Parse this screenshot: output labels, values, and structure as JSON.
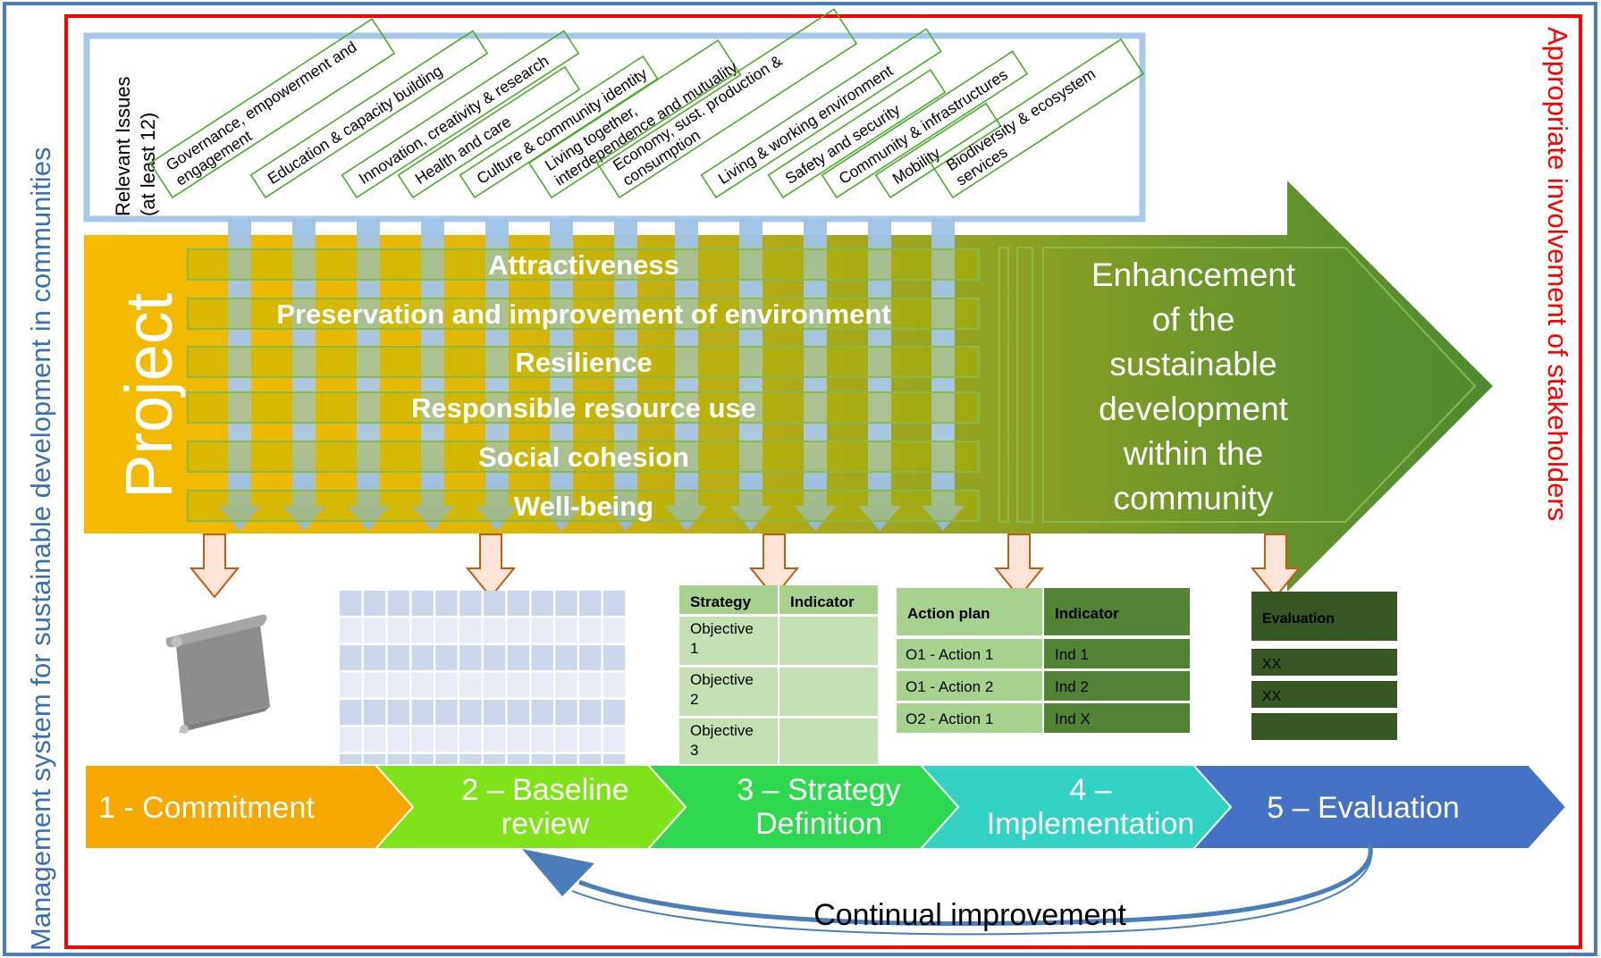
{
  "left_side_label": "Management system for sustainable development in communities",
  "right_side_label": "Appropriate involvement of stakeholders",
  "issues": {
    "header": [
      "Relevant Issues",
      "(at least 12)"
    ],
    "items": [
      [
        "Governance, empowerment and",
        "engagement"
      ],
      [
        "Education & capacity building"
      ],
      [
        "Innovation, creativity & research"
      ],
      [
        "Health and care"
      ],
      [
        "Culture & community identity"
      ],
      [
        "Living together,",
        "interdependence and mutuality"
      ],
      [
        "Economy, sust. production &",
        "consumption"
      ],
      [
        "Living & working environment"
      ],
      [
        "Safety and security"
      ],
      [
        "Community & infrastructures"
      ],
      [
        "Mobility"
      ],
      [
        "Biodiversity & ecosystem",
        "services"
      ]
    ]
  },
  "project_label": "Project",
  "purposes": [
    "Attractiveness",
    "Preservation and improvement of environment",
    "Resilience",
    "Responsible resource use",
    "Social cohesion",
    "Well-being"
  ],
  "outcome": [
    "Enhancement",
    "of the",
    "sustainable",
    "development",
    "within the",
    "community"
  ],
  "strategy_table": {
    "headers": [
      "Strategy",
      "Indicator"
    ],
    "rows": [
      [
        "Objective",
        "1"
      ],
      [
        "Objective",
        "2"
      ],
      [
        "Objective",
        "3"
      ]
    ]
  },
  "action_table": {
    "headers": [
      "Action plan",
      "Indicator"
    ],
    "rows": [
      [
        "O1 - Action 1",
        "Ind 1"
      ],
      [
        "O1 - Action 2",
        "Ind 2"
      ],
      [
        "O2 - Action 1",
        "Ind X"
      ]
    ]
  },
  "eval_table": {
    "header": "Evaluation",
    "rows": [
      "XX",
      "XX",
      ""
    ]
  },
  "steps": [
    {
      "lines": [
        "1 - Commitment"
      ],
      "color": "#F5A800"
    },
    {
      "lines": [
        "2 – Baseline",
        "review"
      ],
      "color": "#7FE31A"
    },
    {
      "lines": [
        "3 – Strategy",
        "Definition"
      ],
      "color": "#2ED950"
    },
    {
      "lines": [
        "4 –",
        "Implementation"
      ],
      "color": "#33D3C4"
    },
    {
      "lines": [
        "5 – Evaluation"
      ],
      "color": "#4472C4"
    }
  ],
  "cycle_label": "Continual improvement",
  "colors": {
    "outer_border": "#4A7EBB",
    "stakeholder_border": "#FF0000",
    "issue_border": "#4DAA2E",
    "issue_frame": "#A9C8E8",
    "project_orange": "#F5B800",
    "arrow_green": "#3E8C2E",
    "down_arrow_fill": "#FCE4D6",
    "down_arrow_stroke": "#C55A11"
  }
}
